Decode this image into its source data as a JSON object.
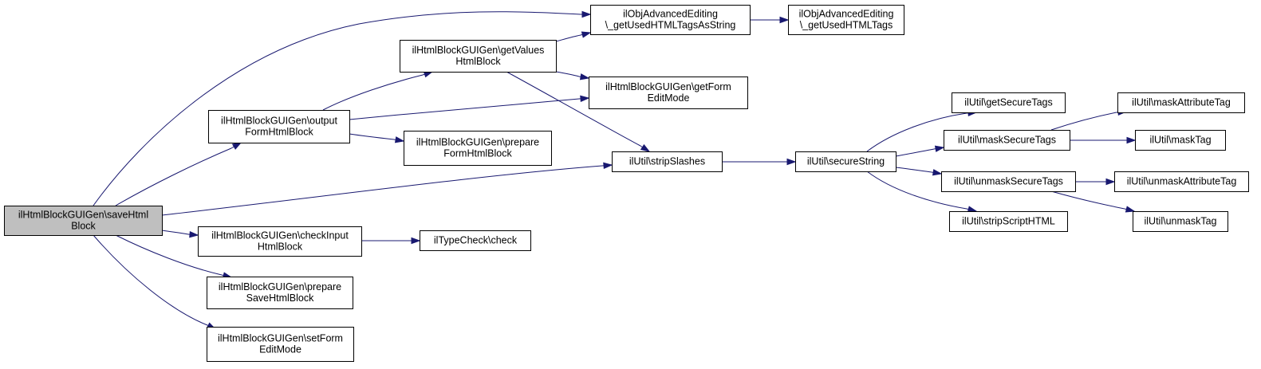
{
  "colors": {
    "edge": "#191970",
    "node_fill": "#ffffff",
    "root_fill": "#bfbfbf",
    "node_stroke": "#000000"
  },
  "nodes": [
    {
      "id": "saveHtmlBlock",
      "lines": [
        "ilHtmlBlockGUIGen\\saveHtml",
        "Block"
      ],
      "root": true
    },
    {
      "id": "getUsedTagsStr",
      "lines": [
        "ilObjAdvancedEditing",
        "\\_getUsedHTMLTagsAsString"
      ]
    },
    {
      "id": "getUsedTags",
      "lines": [
        "ilObjAdvancedEditing",
        "\\_getUsedHTMLTags"
      ]
    },
    {
      "id": "getValues",
      "lines": [
        "ilHtmlBlockGUIGen\\getValues",
        "HtmlBlock"
      ]
    },
    {
      "id": "getFormEditMode",
      "lines": [
        "ilHtmlBlockGUIGen\\getForm",
        "EditMode"
      ]
    },
    {
      "id": "outputForm",
      "lines": [
        "ilHtmlBlockGUIGen\\output",
        "FormHtmlBlock"
      ]
    },
    {
      "id": "prepareForm",
      "lines": [
        "ilHtmlBlockGUIGen\\prepare",
        "FormHtmlBlock"
      ]
    },
    {
      "id": "stripSlashes",
      "lines": [
        "ilUtil\\stripSlashes"
      ]
    },
    {
      "id": "secureString",
      "lines": [
        "ilUtil\\secureString"
      ]
    },
    {
      "id": "getSecureTags",
      "lines": [
        "ilUtil\\getSecureTags"
      ]
    },
    {
      "id": "maskSecureTags",
      "lines": [
        "ilUtil\\maskSecureTags"
      ]
    },
    {
      "id": "unmaskSecureTags",
      "lines": [
        "ilUtil\\unmaskSecureTags"
      ]
    },
    {
      "id": "stripScriptHTML",
      "lines": [
        "ilUtil\\stripScriptHTML"
      ]
    },
    {
      "id": "maskAttributeTag",
      "lines": [
        "ilUtil\\maskAttributeTag"
      ]
    },
    {
      "id": "maskTag",
      "lines": [
        "ilUtil\\maskTag"
      ]
    },
    {
      "id": "unmaskAttributeTag",
      "lines": [
        "ilUtil\\unmaskAttributeTag"
      ]
    },
    {
      "id": "unmaskTag",
      "lines": [
        "ilUtil\\unmaskTag"
      ]
    },
    {
      "id": "checkInput",
      "lines": [
        "ilHtmlBlockGUIGen\\checkInput",
        "HtmlBlock"
      ]
    },
    {
      "id": "typeCheck",
      "lines": [
        "ilTypeCheck\\check"
      ]
    },
    {
      "id": "prepareSave",
      "lines": [
        "ilHtmlBlockGUIGen\\prepare",
        "SaveHtmlBlock"
      ]
    },
    {
      "id": "setFormEditMode",
      "lines": [
        "ilHtmlBlockGUIGen\\setForm",
        "EditMode"
      ]
    }
  ],
  "edges": [
    {
      "from": "saveHtmlBlock",
      "to": "getUsedTagsStr"
    },
    {
      "from": "saveHtmlBlock",
      "to": "outputForm"
    },
    {
      "from": "saveHtmlBlock",
      "to": "stripSlashes"
    },
    {
      "from": "saveHtmlBlock",
      "to": "checkInput"
    },
    {
      "from": "saveHtmlBlock",
      "to": "prepareSave"
    },
    {
      "from": "saveHtmlBlock",
      "to": "setFormEditMode"
    },
    {
      "from": "getUsedTagsStr",
      "to": "getUsedTags"
    },
    {
      "from": "getValues",
      "to": "getUsedTagsStr"
    },
    {
      "from": "getValues",
      "to": "getFormEditMode"
    },
    {
      "from": "getValues",
      "to": "stripSlashes"
    },
    {
      "from": "outputForm",
      "to": "getValues"
    },
    {
      "from": "outputForm",
      "to": "getFormEditMode"
    },
    {
      "from": "outputForm",
      "to": "prepareForm"
    },
    {
      "from": "stripSlashes",
      "to": "secureString"
    },
    {
      "from": "secureString",
      "to": "getSecureTags"
    },
    {
      "from": "secureString",
      "to": "maskSecureTags"
    },
    {
      "from": "secureString",
      "to": "unmaskSecureTags"
    },
    {
      "from": "secureString",
      "to": "stripScriptHTML"
    },
    {
      "from": "maskSecureTags",
      "to": "maskAttributeTag"
    },
    {
      "from": "maskSecureTags",
      "to": "maskTag"
    },
    {
      "from": "unmaskSecureTags",
      "to": "unmaskAttributeTag"
    },
    {
      "from": "unmaskSecureTags",
      "to": "unmaskTag"
    },
    {
      "from": "checkInput",
      "to": "typeCheck"
    }
  ]
}
